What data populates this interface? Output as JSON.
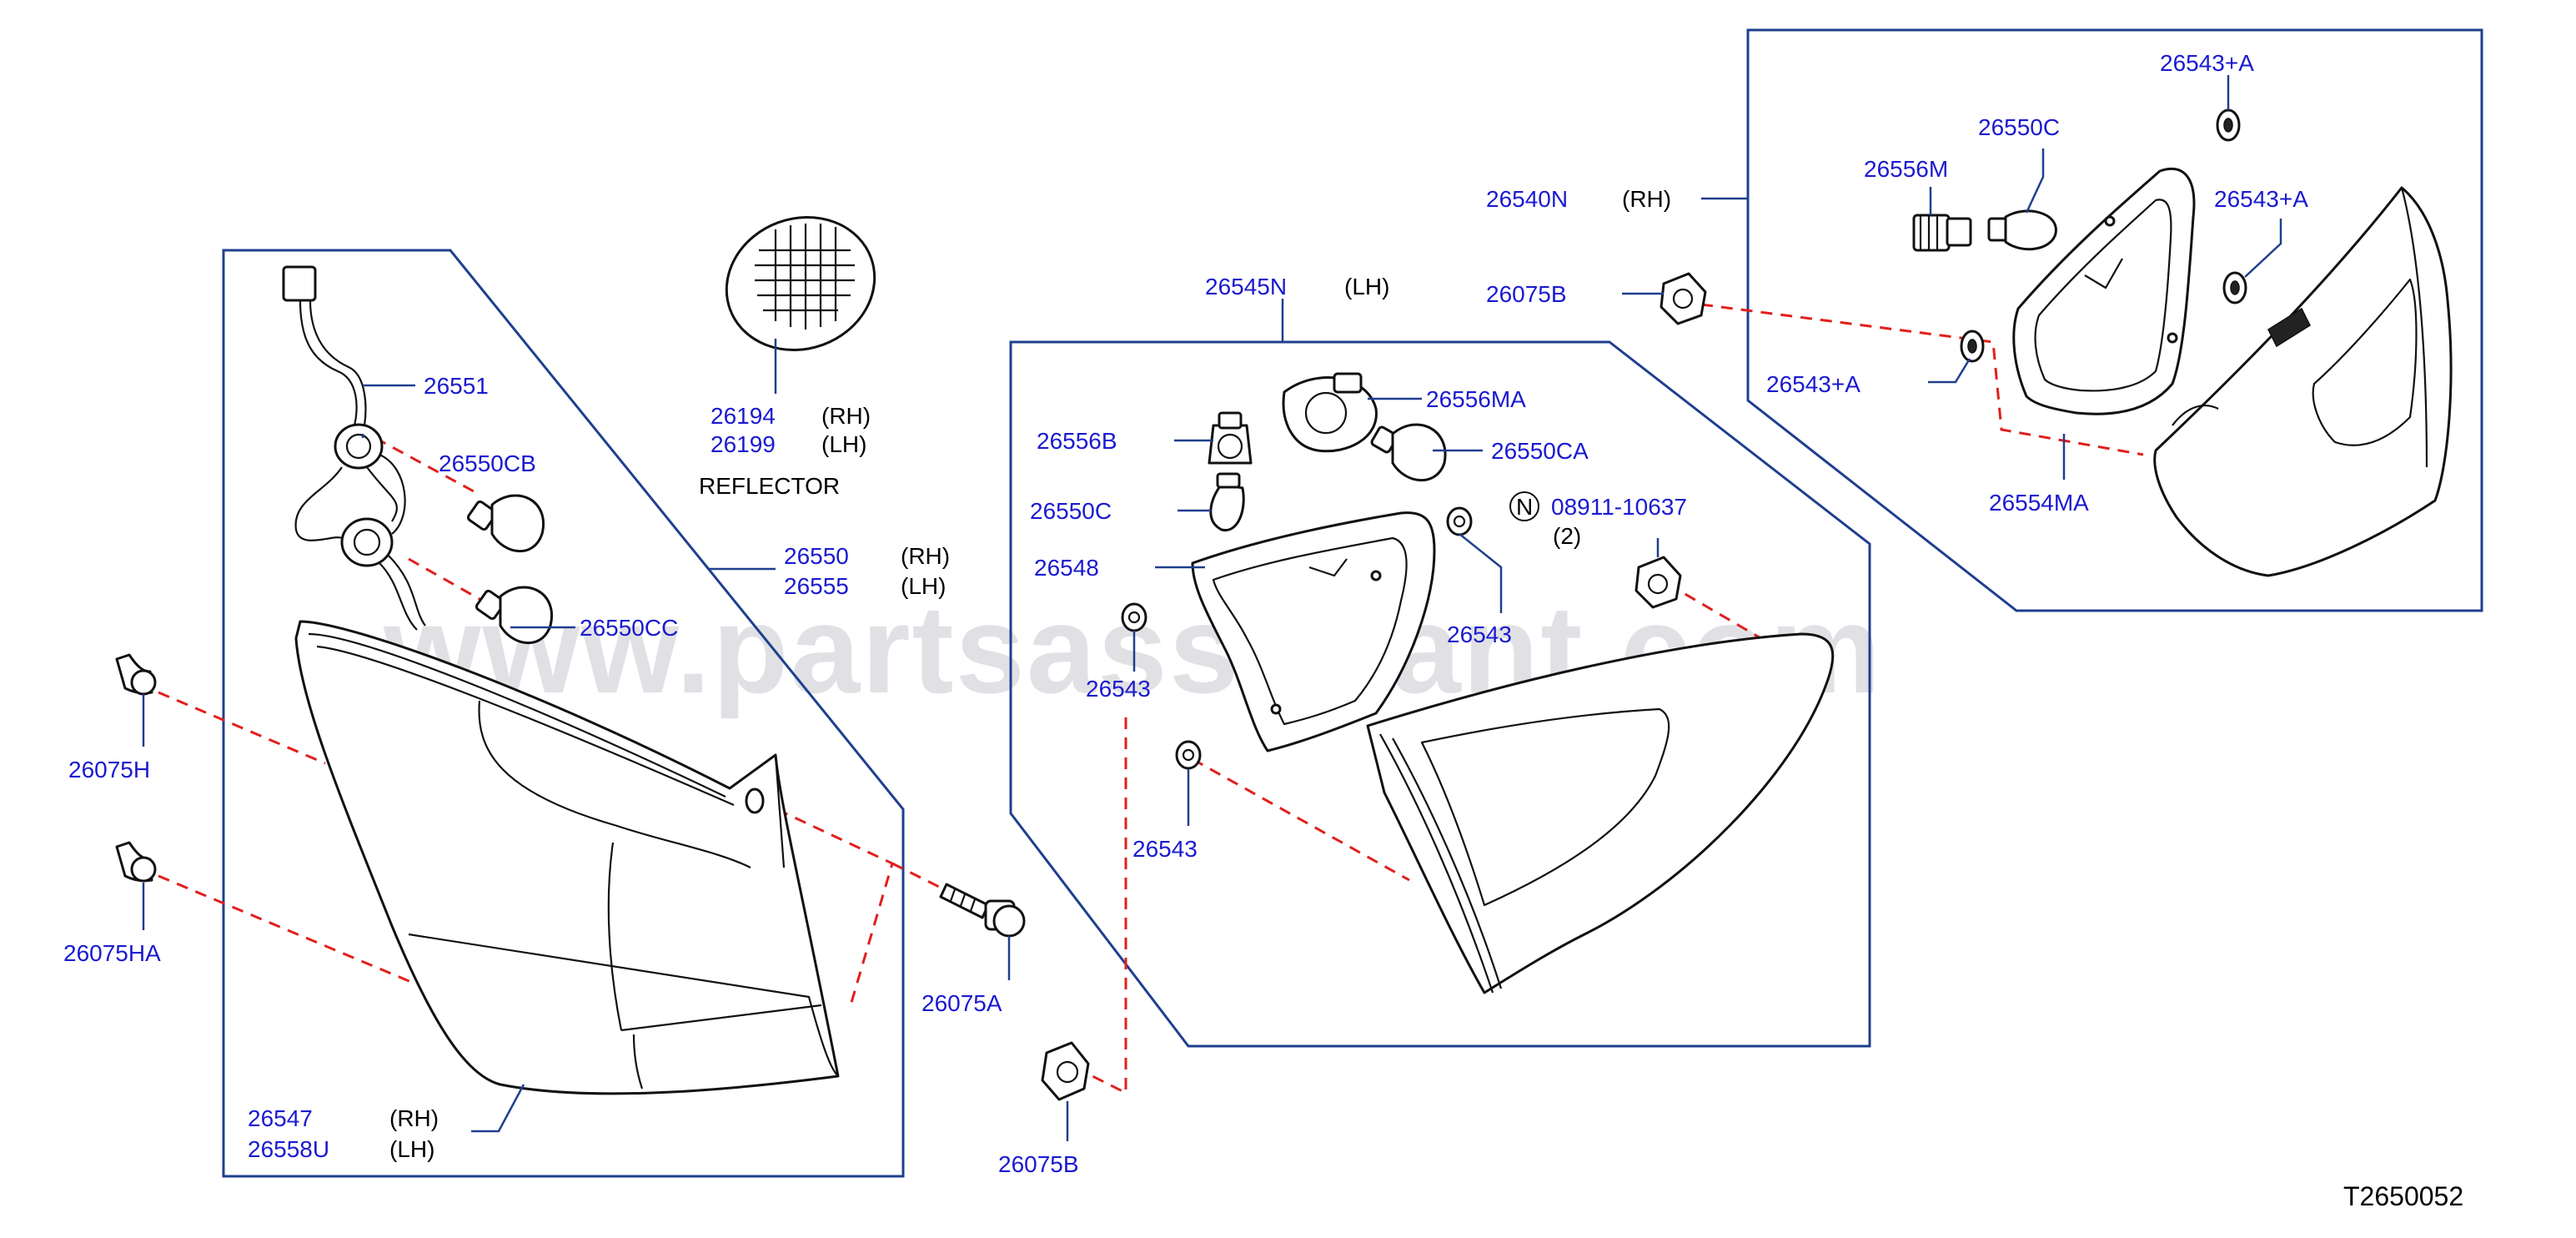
{
  "watermark": "www.partsassistant.com",
  "figure_code": "T2650052",
  "reflector_caption": "REFLECTOR",
  "callouts": {
    "p26551": "26551",
    "p26550CB": "26550CB",
    "p26550CC": "26550CC",
    "p26550": "26550",
    "p26550_side": "(RH)",
    "p26555": "26555",
    "p26555_side": "(LH)",
    "p26194": "26194",
    "p26194_side": "(RH)",
    "p26199": "26199",
    "p26199_side": "(LH)",
    "p26075H": "26075H",
    "p26075HA": "26075HA",
    "p26075A": "26075A",
    "p26547": "26547",
    "p26547_side": "(RH)",
    "p26558U": "26558U",
    "p26558U_side": "(LH)",
    "p26075B_bottom": "26075B",
    "p26545N": "26545N",
    "p26545N_side": "(LH)",
    "p26556MA": "26556MA",
    "p26556B": "26556B",
    "p26550CA": "26550CA",
    "p26550C_mid": "26550C",
    "p08911": "08911-10637",
    "p08911_marker": "N",
    "p08911_qty": "(2)",
    "p26548": "26548",
    "p26543_a": "26543",
    "p26543_b": "26543",
    "p26543_c": "26543",
    "p26540N": "26540N",
    "p26540N_side": "(RH)",
    "p26075B_right": "26075B",
    "p26543A_top": "26543+A",
    "p26543A_mid": "26543+A",
    "p26543A_low": "26543+A",
    "p26550C_top": "26550C",
    "p26556M": "26556M",
    "p26554MA": "26554MA"
  }
}
